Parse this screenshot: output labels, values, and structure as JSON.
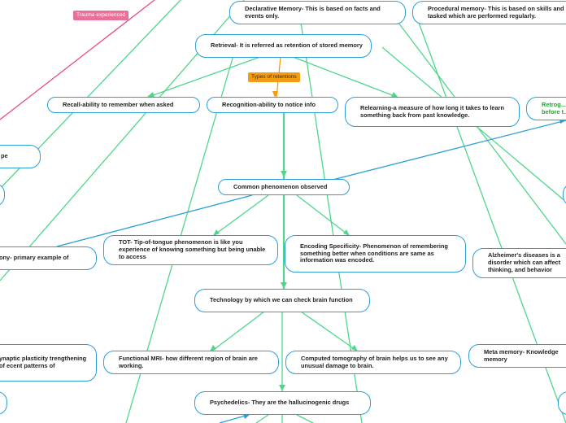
{
  "colors": {
    "node_border": "#2a9fd6",
    "connector_green": "#4fd68a",
    "connector_blue": "#2a9fd6",
    "connector_pink": "#e84d86",
    "connector_orange": "#f39c12",
    "tag_pink": "#e8709a",
    "tag_orange": "#f39c12",
    "accent_green_text": "#2e9e3a"
  },
  "tags": {
    "trauma": "Trauma experienced",
    "retentions": "Types of retentions"
  },
  "nodes": {
    "declarative": "Declarative Memory- This is based on facts and events only.",
    "procedural": "Procedural memory- This is based on skills and tasked which are performed regularly.",
    "retrieval": "Retrieval- It is referred as retention of stored memory",
    "recall": "Recall-ability to remember when asked",
    "recognition": "Recognition-ability to notice info",
    "relearning": "Relearning-a measure of how long it takes to learn something back from past knowledge.",
    "retrograde": "Retrog... before t...",
    "left_pe": "pe",
    "common": "Common phenomenon observed",
    "amnesia_left": "ony- primary example of",
    "tot": "TOT- Tip-of-tongue phenomenon is like you experience of knowing something but being unable to access",
    "encoding": "Encoding Specificity- Phenomenon of remembering something better when conditions are same as information was encoded.",
    "alzheimers": "Alzheimer's diseases is a disorder which can affect thinking, and behavior",
    "technology": "Technology by which we can check brain function",
    "synaptic": "ynaptic plasticity trengthening of ecent patterns of",
    "fmri": "Functional MRI- how different region of brain are working.",
    "ct": "Computed tomography of brain helps us to see any unusual damage to brain.",
    "metamemory": "Meta memory- Knowledge memory",
    "psychedelics": "Psychedelics- They are the hallucinogenic drugs"
  }
}
